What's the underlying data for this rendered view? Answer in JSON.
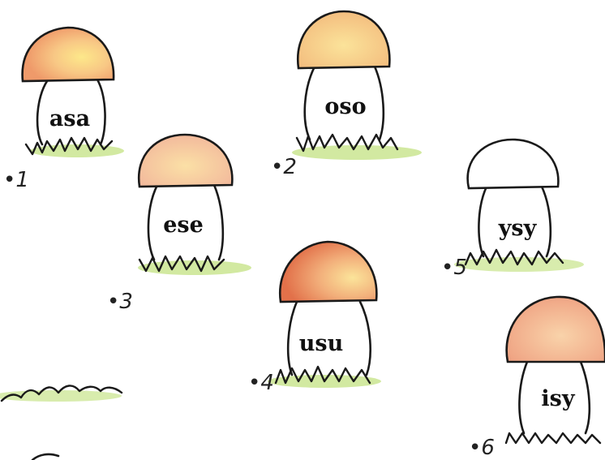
{
  "mushrooms": [
    {
      "label": "asa",
      "number": "1",
      "cap_color": "#f3b27a"
    },
    {
      "label": "oso",
      "number": "2",
      "cap_color": "#f7d08a"
    },
    {
      "label": "ese",
      "number": "3",
      "cap_color": "#f4c2a0"
    },
    {
      "label": "usu",
      "number": "4",
      "cap_color": "#e98a5e"
    },
    {
      "label": "ysy",
      "number": "5",
      "cap_color": "#ffffff"
    },
    {
      "label": "isy",
      "number": "6",
      "cap_color": "#f2b08e"
    }
  ],
  "colors": {
    "grass": "#b9dc6a",
    "ink": "#1a1a1a",
    "cap_highlight": "#fbe27a"
  }
}
